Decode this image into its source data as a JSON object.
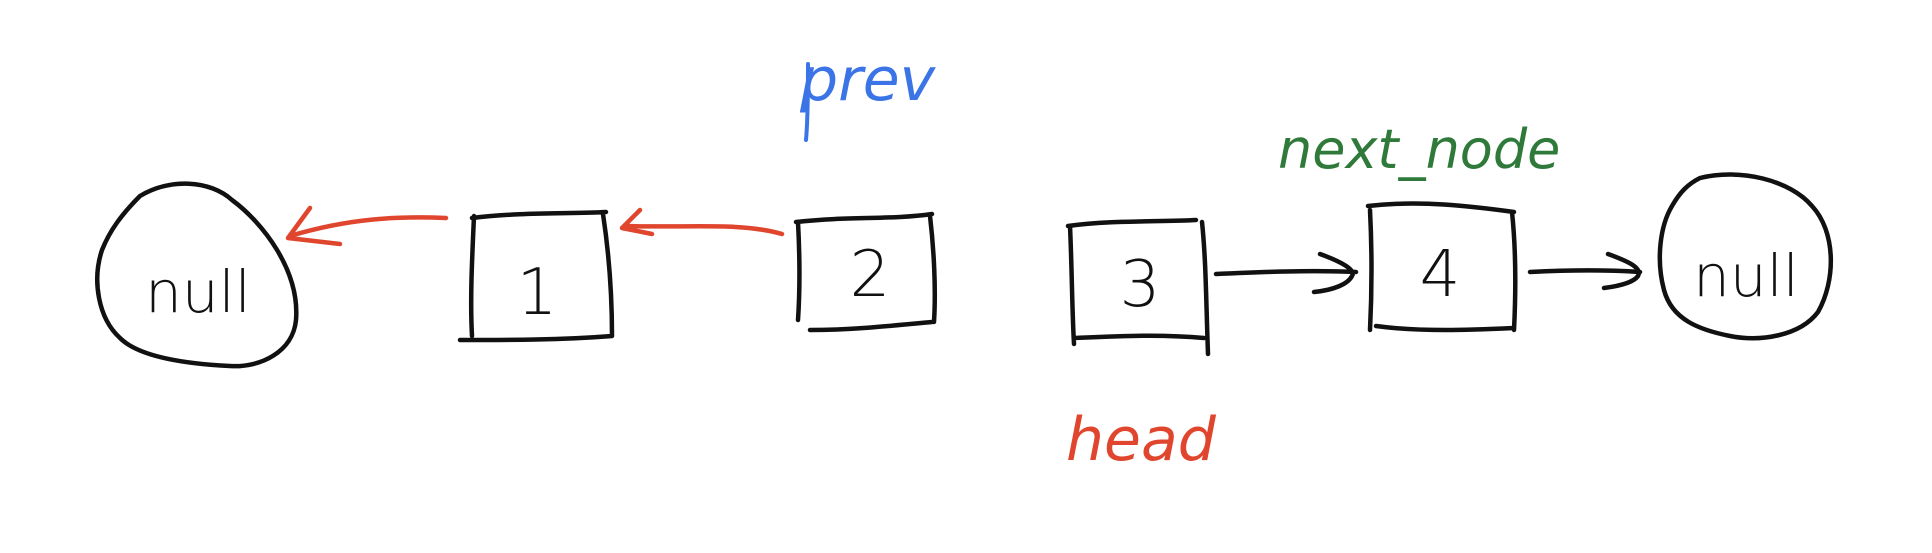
{
  "nodes": {
    "null_left": "null",
    "n1": "1",
    "n2": "2",
    "n3": "3",
    "n4": "4",
    "null_right": "null"
  },
  "labels": {
    "prev": "prev",
    "next_node": "next_node",
    "head": "head"
  },
  "colors": {
    "ink": "#111111",
    "prev": "#3a74e6",
    "next_node": "#2f7a3a",
    "head": "#e0452e",
    "reversed_arrow": "#e0452e"
  }
}
